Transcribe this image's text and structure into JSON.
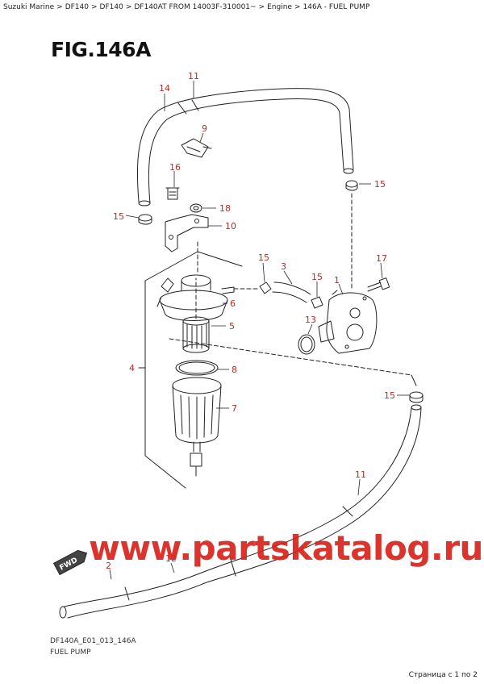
{
  "breadcrumb": {
    "items": [
      {
        "label": "Suzuki Marine"
      },
      {
        "label": "DF140"
      },
      {
        "label": "DF140"
      },
      {
        "label": "DF140AT FROM 14003F-310001~"
      },
      {
        "label": "Engine"
      },
      {
        "label": "146A - FUEL PUMP"
      }
    ],
    "separator": ">"
  },
  "figure": {
    "title": "FIG.146A",
    "ref_code": "DF140A_E01_013_146A",
    "name": "FUEL PUMP"
  },
  "callouts": {
    "c1": "1",
    "c2": "2",
    "c3": "3",
    "c4": "4",
    "c5": "5",
    "c6": "6",
    "c7": "7",
    "c8": "8",
    "c9": "9",
    "c10": "10",
    "c11a": "11",
    "c11b": "11",
    "c12": "12",
    "c13": "13",
    "c14": "14",
    "c15a": "15",
    "c15b": "15",
    "c15c": "15",
    "c15d": "15",
    "c15e": "15",
    "c16": "16",
    "c17": "17",
    "c18": "18"
  },
  "fwd_badge": "FWD",
  "watermark": "www.partskatalog.ru",
  "pagination": "Страница с 1 по 2",
  "colors": {
    "callout": "#b0302a",
    "watermark": "#d8231b",
    "line": "#222222"
  }
}
